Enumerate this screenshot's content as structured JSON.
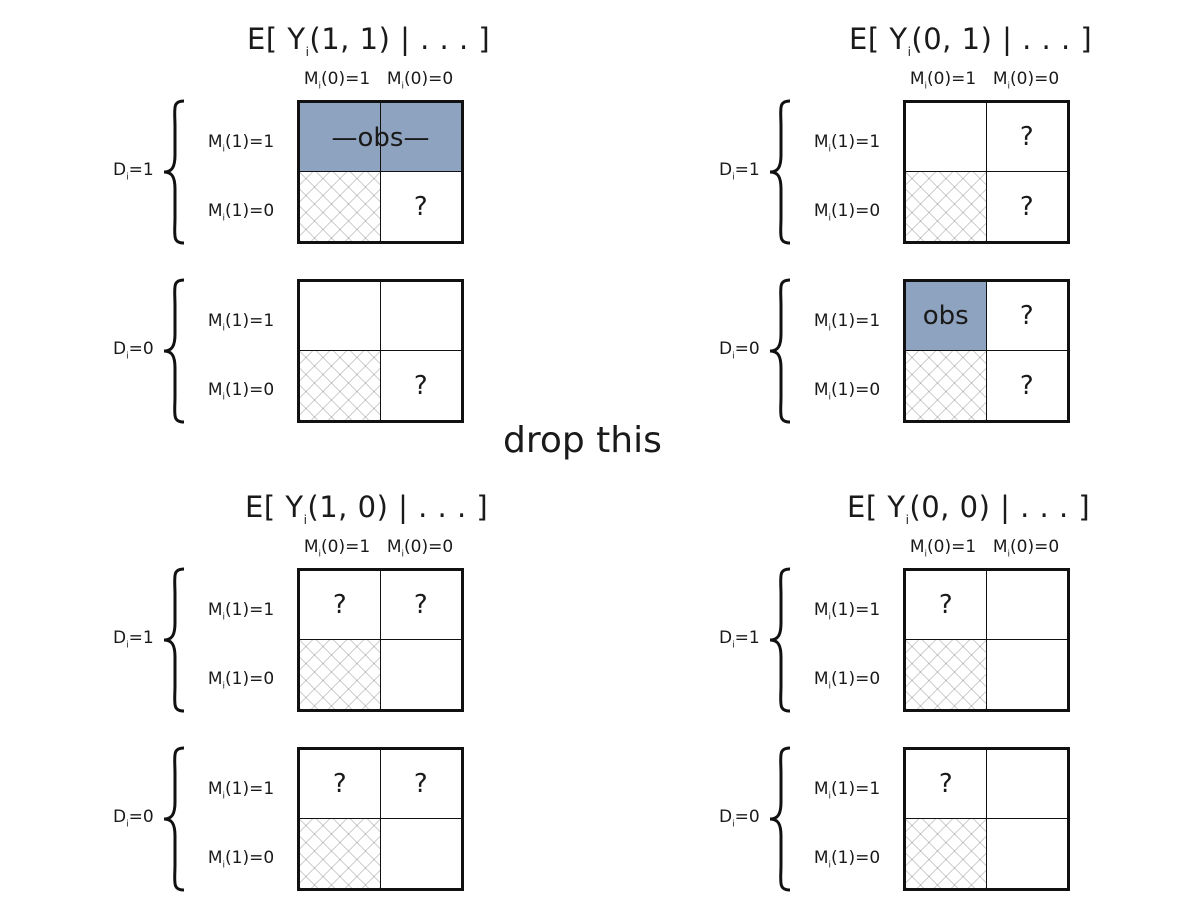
{
  "col_headers": [
    "M",
    "i",
    "(0)=1",
    "M",
    "i",
    "(0)=0"
  ],
  "labels": {
    "m": "M",
    "sub_i": "i",
    "row1": "(1)=1",
    "row0": "(1)=0",
    "d": "D",
    "d1": "=1",
    "d0": "=0"
  },
  "drop_text": "drop this",
  "panels": [
    {
      "title_pre": "E[ Y",
      "title_sub": "i",
      "title_post": "(1, 1) | . . . ]",
      "d1_cells": [
        {
          "text": "",
          "style": "obs"
        },
        {
          "text": "",
          "style": "obs"
        },
        {
          "text": "",
          "style": "hatch"
        },
        {
          "text": "?",
          "style": "plain"
        }
      ],
      "d1_span_text": "—obs—",
      "d0_cells": [
        {
          "text": "",
          "style": "plain"
        },
        {
          "text": "",
          "style": "plain"
        },
        {
          "text": "",
          "style": "hatch"
        },
        {
          "text": "?",
          "style": "plain"
        }
      ]
    },
    {
      "title_pre": "E[ Y",
      "title_sub": "i",
      "title_post": "(0, 1) | . . . ]",
      "d1_cells": [
        {
          "text": "",
          "style": "plain"
        },
        {
          "text": "?",
          "style": "plain"
        },
        {
          "text": "",
          "style": "hatch"
        },
        {
          "text": "?",
          "style": "plain"
        }
      ],
      "d1_span_text": "",
      "d0_cells": [
        {
          "text": "obs",
          "style": "obs"
        },
        {
          "text": "?",
          "style": "plain"
        },
        {
          "text": "",
          "style": "hatch"
        },
        {
          "text": "?",
          "style": "plain"
        }
      ]
    },
    {
      "title_pre": "E[ Y",
      "title_sub": "i",
      "title_post": "(1, 0) | . . . ]",
      "d1_cells": [
        {
          "text": "?",
          "style": "plain"
        },
        {
          "text": "?",
          "style": "plain"
        },
        {
          "text": "",
          "style": "hatch"
        },
        {
          "text": "",
          "style": "plain"
        }
      ],
      "d1_span_text": "",
      "d0_cells": [
        {
          "text": "?",
          "style": "plain"
        },
        {
          "text": "?",
          "style": "plain"
        },
        {
          "text": "",
          "style": "hatch"
        },
        {
          "text": "",
          "style": "plain"
        }
      ]
    },
    {
      "title_pre": "E[ Y",
      "title_sub": "i",
      "title_post": "(0, 0) | . . . ]",
      "d1_cells": [
        {
          "text": "?",
          "style": "plain"
        },
        {
          "text": "",
          "style": "plain"
        },
        {
          "text": "",
          "style": "hatch"
        },
        {
          "text": "",
          "style": "plain"
        }
      ],
      "d1_span_text": "",
      "d0_cells": [
        {
          "text": "?",
          "style": "plain"
        },
        {
          "text": "",
          "style": "plain"
        },
        {
          "text": "",
          "style": "hatch"
        },
        {
          "text": "",
          "style": "plain"
        }
      ]
    }
  ]
}
